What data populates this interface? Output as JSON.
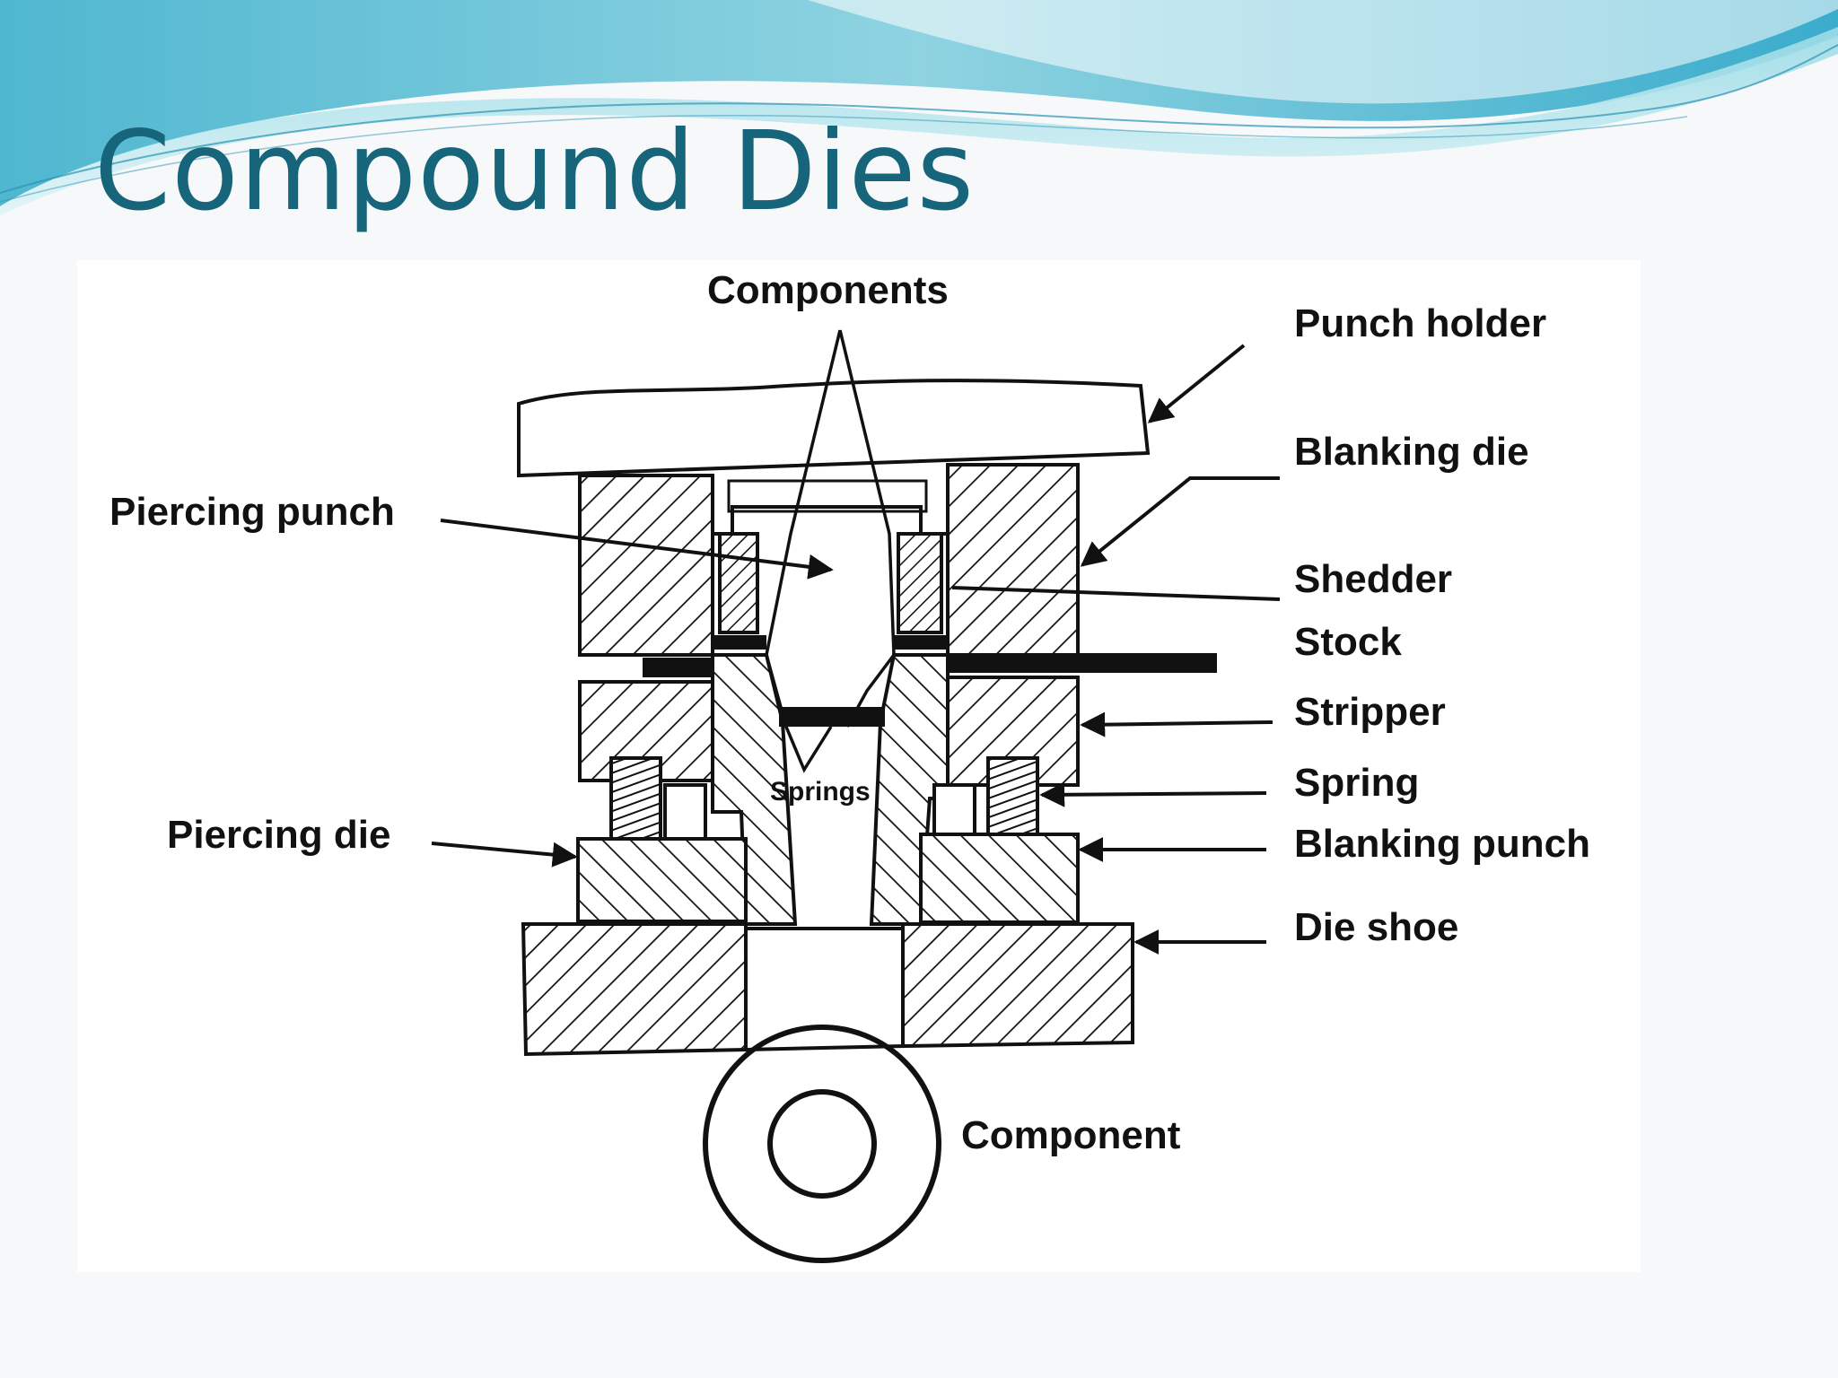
{
  "slide": {
    "title": "Compound Dies"
  },
  "diagram": {
    "labels": {
      "components": "Components",
      "punch_holder": "Punch holder",
      "blanking_die": "Blanking die",
      "piercing_punch": "Piercing punch",
      "shedder": "Shedder",
      "stock": "Stock",
      "stripper": "Stripper",
      "springs": "Springs",
      "spring": "Spring",
      "piercing_die": "Piercing die",
      "blanking_punch": "Blanking punch",
      "die_shoe": "Die shoe",
      "component": "Component"
    }
  },
  "colors": {
    "title": "#17657a",
    "banner_light": "#c8edf2",
    "banner_mid": "#6fc6d8",
    "banner_dark": "#2e9fbf",
    "ink": "#111111"
  }
}
